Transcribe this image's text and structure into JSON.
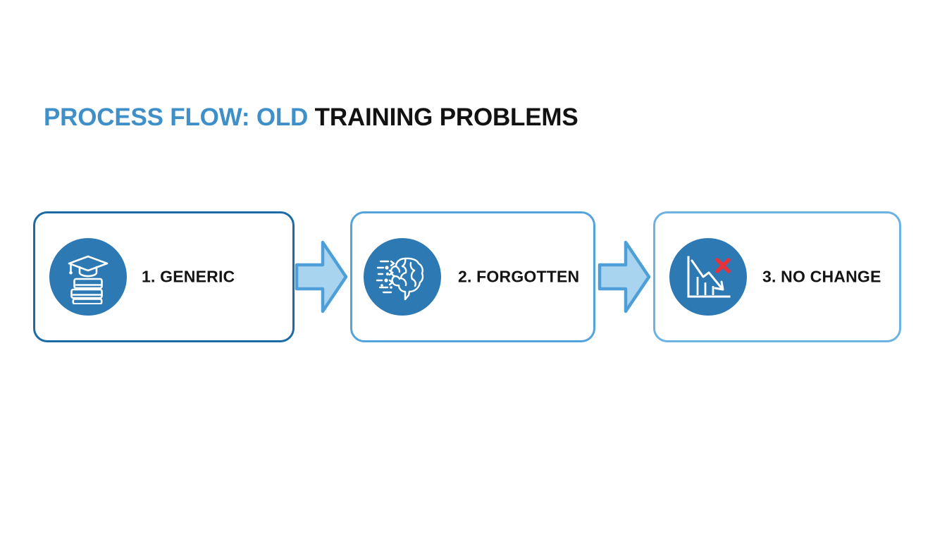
{
  "title": {
    "accent_text": "PROCESS FLOW: OLD ",
    "dark_text": "TRAINING PROBLEMS",
    "accent_color": "#3f8fc9",
    "dark_color": "#121212"
  },
  "colors": {
    "icon_circle_fill": "#2c79b4",
    "box1_border": "#1d6ba4",
    "box2_border": "#54a4dc",
    "box3_border": "#6cb2e2",
    "arrow_fill": "#a8d4f0",
    "arrow_stroke": "#4e9fd8",
    "icon_stroke": "#ffffff",
    "x_mark_red": "#e8323c",
    "background": "#ffffff"
  },
  "flow": {
    "steps": [
      {
        "label": "1. GENERIC",
        "icon": "graduation-cap-books-icon",
        "border_color": "#1d6ba4"
      },
      {
        "label": "2. FORGOTTEN",
        "icon": "dissolving-brain-icon",
        "border_color": "#54a4dc"
      },
      {
        "label": "3. NO CHANGE",
        "icon": "declining-chart-x-icon",
        "border_color": "#6cb2e2"
      }
    ],
    "connectors": [
      {
        "icon": "right-arrow-icon"
      },
      {
        "icon": "right-arrow-icon"
      }
    ]
  }
}
